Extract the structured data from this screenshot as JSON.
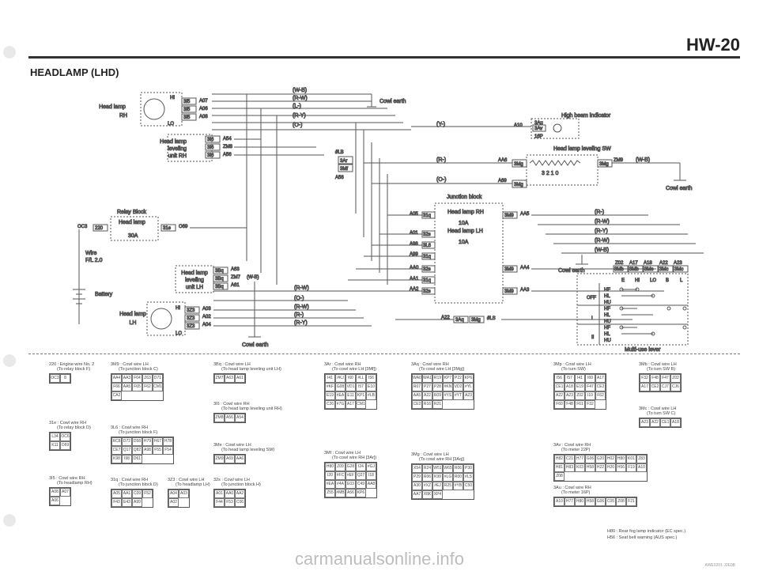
{
  "page": {
    "code": "HW-20",
    "title": "HEADLAMP (LHD)"
  },
  "labels": {
    "hl_rh": [
      "Head lamp",
      "RH"
    ],
    "hl_lh": [
      "Head lamp",
      "LH"
    ],
    "lev_rh": [
      "Head lamp",
      "leveling",
      "unit RH"
    ],
    "lev_lh": [
      "Head lamp",
      "leveling",
      "unit LH"
    ],
    "relay_block": "Relay Block",
    "relay_head_lamp": "Head lamp",
    "relay_30a": "30A",
    "wire": [
      "Wire",
      "F/L 2.0"
    ],
    "battery": "Battery",
    "cowl_earth": "Cowl earth",
    "hb_indicator": "High beam indicator",
    "lev_sw": "Head lamp leveling SW",
    "junction_block": "Junction block",
    "jb_rh": "Head lamp RH",
    "jb_lh": "Head lamp LH",
    "jb_10a": "10A",
    "hi": "HI",
    "lo": "LO",
    "multi_use_lever": "Multi-use lever",
    "lev_positions": "3  2  1  0",
    "switch_header": [
      "E",
      "HI",
      "LO",
      "B",
      "L"
    ],
    "switch_rows": [
      "HF",
      "HL",
      "HU"
    ],
    "switch_groups": [
      "OFF",
      "I",
      "II"
    ]
  },
  "wires": {
    "top": [
      "(W-B)",
      "(R-W)",
      "(L-)",
      "(R-Y)",
      "(O-)"
    ],
    "mid_y": "(Y-)",
    "mid_r": "(R-)",
    "mid_o": "(O-)",
    "mid_wb": "(W-B)",
    "right": [
      "(R-)",
      "(R-W)",
      "(R-Y)",
      "(R-W)",
      "(W-B)"
    ],
    "left_low": [
      "(R-W)",
      "(O-)",
      "(R-W)",
      "(R-)",
      "(R-Y)"
    ],
    "lev_lh": "(W-B)"
  },
  "pins": {
    "hl_rh": [
      "A07",
      "A06",
      "A08"
    ],
    "hl_rh_conn": [
      "3I5",
      "3I5",
      "3I5"
    ],
    "lev_rh": [
      "A54",
      "ZM8",
      "A56"
    ],
    "lev_rh_conn": [
      "3I6",
      "3I6",
      "3I6"
    ],
    "lb": [
      "#LB",
      "3Ar",
      "3Mf",
      "A56"
    ],
    "relay": [
      "OC3",
      "220",
      "31e",
      "O69"
    ],
    "lev_lh": [
      "A63",
      "ZM7",
      "A61"
    ],
    "lev_lh_conn": [
      "3Bq",
      "3Bq",
      "3Bq"
    ],
    "hl_lh": [
      "A03",
      "A02",
      "A04"
    ],
    "hl_lh_conn": [
      "3Z3",
      "3Z3",
      "3Z3"
    ],
    "jb_left": [
      "A05",
      "A01",
      "A98",
      "A99",
      "AA0",
      "AA1",
      "AA2"
    ],
    "jb_left_conn": [
      "31q",
      "32s",
      "3L6",
      "31q",
      "32s",
      "31q",
      "32s"
    ],
    "jb_right": [
      "AA5",
      "AA4",
      "AA3"
    ],
    "jb_right_conn": [
      "3M9",
      "3M9",
      "3M9"
    ],
    "hb": [
      "A10",
      "3Au",
      "3Av",
      "16P"
    ],
    "sw": [
      "AA6",
      "3Mg",
      "A69",
      "3Mg",
      "ZM9",
      "3Mg"
    ],
    "lever_top": [
      "Z02",
      "A17",
      "A18",
      "A22",
      "A23"
    ],
    "lever_conn": [
      "3Mb",
      "3Mb",
      "3Mc",
      "3Mc",
      "3Mc"
    ],
    "bottom_bus": [
      "A22",
      "3Aq",
      "3Mg",
      "#LS"
    ]
  },
  "connectors": {
    "c220": {
      "title": "220 : Engine wire No. 2",
      "sub": "(To relay block F)",
      "pins": [
        "OC3",
        "8"
      ]
    },
    "c31e": {
      "title": "31e : Cowl wire RH",
      "sub": "(To relay block D)",
      "pins": [
        "L34",
        "OC6",
        "K11",
        "O69"
      ]
    },
    "c3I5": {
      "title": "3I5 : Cowl wire RH",
      "sub": "(To headlamp RH)",
      "pins": [
        "A08",
        "A07",
        "A06"
      ]
    },
    "c3M9": {
      "title": "3M9 : Cowl wire LH",
      "sub": "(To junction block C)",
      "pins": [
        "AA4",
        "AA3",
        "F64",
        "Z63",
        "D71",
        "F66",
        "AA5",
        "F65",
        "F62",
        "CM1",
        "CA2"
      ]
    },
    "c3L6": {
      "title": "3L6 : Cowl wire RH",
      "sub": "(To junction block F)",
      "pins": [
        "RC8",
        "D72",
        "D58",
        "H79",
        "H67",
        "H78",
        "CE7",
        "Q17",
        "Q82",
        "A98",
        "F55",
        "F54",
        "K98",
        "I98",
        "D61"
      ]
    },
    "c31q": {
      "title": "31q : Cowl wire RH",
      "sub": "(To junction block D)",
      "pins": [
        "A05",
        "AA1",
        "C09",
        "F52",
        "F43",
        "E43",
        "A99"
      ]
    },
    "c3Z3": {
      "title": "3Z3 : Cowl wire LH",
      "sub": "(To headlamp LH)",
      "pins": [
        "A04",
        "A03",
        "A02"
      ]
    },
    "c3Bq": {
      "title": "3Bq : Cowl wire LH",
      "sub": "(To head lamp leveling unit LH)",
      "pins": [
        "ZM7",
        "A63",
        "A61"
      ]
    },
    "c3I6": {
      "title": "3I6 : Cowl wire RH",
      "sub": "(To head lamp leveling unit RH)",
      "pins": [
        "ZM8",
        "A56",
        "A54"
      ]
    },
    "c3Me": {
      "title": "3Me : Cowl wire LH",
      "sub": "(To head lamp leveling SW)",
      "pins": [
        "ZM9",
        "A69",
        "AA6"
      ]
    },
    "c32s": {
      "title": "32s : Cowl wire LH",
      "sub": "(To junction block H)",
      "pins": [
        "A01",
        "AA0",
        "AA2",
        "F44",
        "F53",
        "C06"
      ]
    },
    "c3Ar": {
      "title": "3Ar : Cowl wire RH",
      "sub": "(To cowl wire LH [3Mf])",
      "pins": [
        "I41",
        "#KJ",
        "I60",
        "#LL",
        "I56",
        "#KF",
        "G08",
        "VD1",
        "I57",
        "E10",
        "E19",
        "#EA",
        "E11",
        "KP1",
        "#LB",
        "C26",
        "#7G",
        "A17",
        "CM1"
      ]
    },
    "c3Mf": {
      "title": "3Mf : Cowl wire LH",
      "sub": "(To cowl wire RH [3Ar])",
      "pins": [
        "H80",
        "Z09",
        "G28",
        "I24",
        "#GJ",
        "I20",
        "#FC",
        "#EF",
        "Q27",
        "I18",
        "#EA",
        "#4A",
        "E03",
        "C49",
        "AA8",
        "Z55",
        "#MB",
        "A56",
        "KP6"
      ]
    },
    "c3Aq": {
      "title": "3Aq : Cowl wire RH",
      "sub": "(To cowl wire LH [3Mg])",
      "pins": [
        "WA0",
        "WA1",
        "R19",
        "KP7",
        "P22",
        "KP6",
        "R07",
        "P27",
        "P28",
        "#KN",
        "VD2",
        "#YL",
        "AA5",
        "A22",
        "R09",
        "#YS",
        "#YT",
        "A23",
        "CE2",
        "R16",
        "R21"
      ]
    },
    "c3Mg": {
      "title": "3Mg : Cowl wire LH",
      "sub": "(To cowl wire RH [3Aq])",
      "pins": [
        "X54",
        "R24",
        "W51",
        "W65",
        "R06",
        "P30",
        "P29",
        "R06",
        "K99",
        "#LG",
        "R00",
        "#LS",
        "A30",
        "#XZ",
        "#EJ",
        "R25",
        "#YB",
        "C50",
        "AA7",
        "X8K",
        "XP4"
      ]
    },
    "c3Mp": {
      "title": "3Mp : Cowl wire LH",
      "sub": "(To turn SW)",
      "pins": [
        "I56",
        "I57",
        "I41",
        "I60",
        "A17",
        "CE1",
        "A18",
        "E19",
        "F47",
        "CE2",
        "A22",
        "A23",
        "Z02",
        "I10",
        "F62",
        "F60",
        "F48",
        "F61",
        "F32"
      ]
    },
    "c3Mb": {
      "title": "3Mb : Cowl wire LH",
      "sub": "(To turn SW B)",
      "pins": [
        "F32",
        "F48",
        "F47",
        "Z02",
        "A17",
        "CE2",
        "CJ7",
        "CJ6"
      ]
    },
    "c3Mc": {
      "title": "3Mc : Cowl wire LH",
      "sub": "(To turn SW C)",
      "pins": [
        "A23",
        "A22",
        "CE1",
        "A18"
      ]
    },
    "c3Av": {
      "title": "3Av : Cowl wire RH",
      "sub": "(To meter 22P)",
      "pins": [
        "H82",
        "C21",
        "H77",
        "G06",
        "G20",
        "H02",
        "H80",
        "K01",
        "Z83",
        "H81",
        "H83",
        "K03",
        "H58",
        "H22",
        "H20",
        "H56",
        "F19",
        "A10",
        "Z08"
      ]
    },
    "c3Au": {
      "title": "3Au : Cowl wire RH",
      "sub": "(To meter 16P)",
      "pins": [
        "A10",
        "H77",
        "H80",
        "H58",
        "G06",
        "C05",
        "Z08",
        "F21"
      ]
    }
  },
  "legend": [
    "H80 : Rear fog lamp indicator (EC spec.)",
    "H56 : Seat belt warning (AUS spec.)"
  ],
  "watermark": "carmanualsonline.info",
  "footer_id": "AWE0201 J2E0B"
}
